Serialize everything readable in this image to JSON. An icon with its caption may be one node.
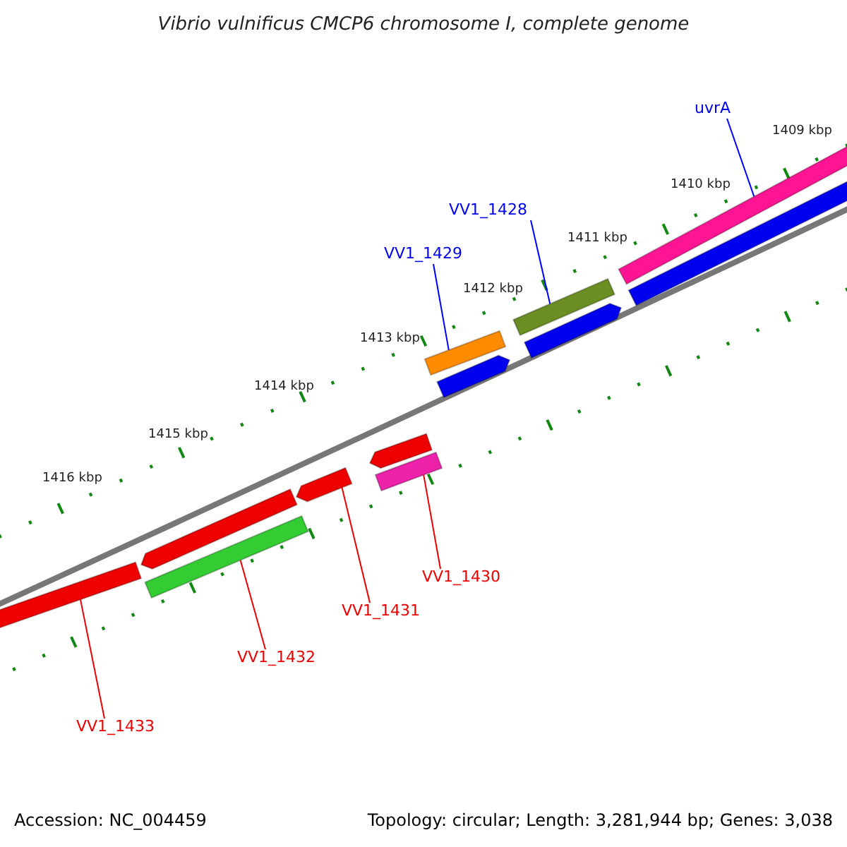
{
  "diagram": {
    "title": "Vibrio vulnificus CMCP6 chromosome I, complete genome",
    "nodes": [
      {
        "text": [
          "uvrA"
        ]
      },
      {
        "text": [
          "VV1_1428"
        ]
      },
      {
        "text": [
          "VV1_1429"
        ]
      },
      {
        "text": [
          "VV1_1430"
        ]
      },
      {
        "text": [
          "VV1_1431"
        ]
      },
      {
        "text": [
          "VV1_1432"
        ]
      },
      {
        "text": [
          "VV1_1433"
        ]
      },
      {
        "text": [],
        "shape": "bar"
      },
      {
        "text": [],
        "shape": "bar"
      },
      {
        "text": [],
        "shape": "bar"
      },
      {
        "text": [],
        "shape": "bar"
      },
      {
        "text": [],
        "shape": "bar"
      },
      {
        "text": [],
        "shape": "bar"
      },
      {
        "text": [],
        "shape": "bar"
      },
      {
        "text": [],
        "shape": "bar"
      },
      {
        "text": [],
        "shape": "bar"
      },
      {
        "text": [],
        "shape": "bar"
      },
      {
        "text": [],
        "shape": "bar"
      },
      {
        "text": [],
        "shape": "bar"
      }
    ],
    "edges": [
      {
        "from": 0,
        "to": 17,
        "arrow": "none",
        "color": "#0000ff"
      },
      {
        "from": 1,
        "to": 15,
        "arrow": "none",
        "color": "#0000ff"
      },
      {
        "from": 2,
        "to": 13,
        "arrow": "none",
        "color": "#0000ff"
      },
      {
        "from": 3,
        "to": 12,
        "arrow": "none"
      },
      {
        "from": 4,
        "to": 10,
        "arrow": "none"
      },
      {
        "from": 5,
        "to": 9,
        "arrow": "none"
      },
      {
        "from": 6,
        "to": 7,
        "arrow": "none"
      }
    ],
    "labels": [
      "1409 kbp",
      "1410 kbp",
      "1411 kbp",
      "1412 kbp",
      "1413 kbp",
      "1414 kbp",
      "1415 kbp",
      "1416 kbp",
      "Accession: NC_004459",
      "Topology: circular; Length: 3,281,944 bp; Genes: 3,038"
    ]
  }
}
